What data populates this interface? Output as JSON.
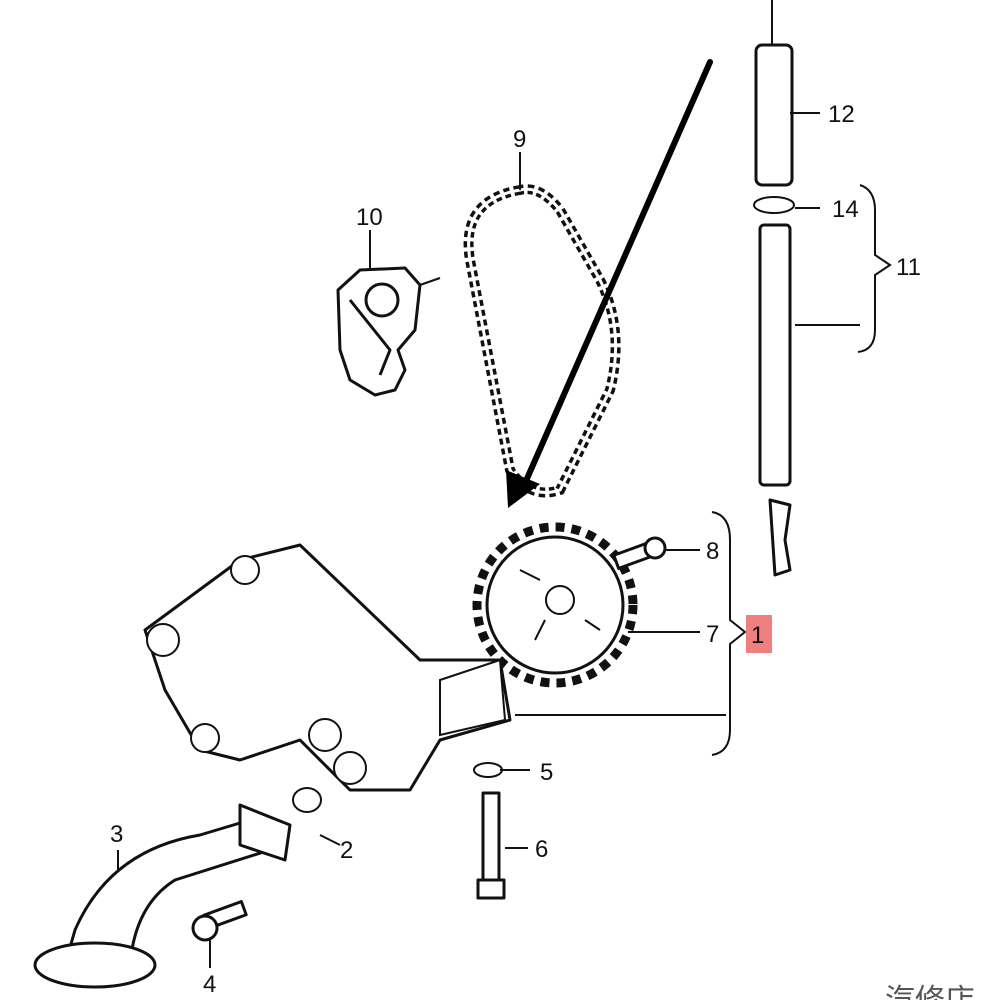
{
  "callouts": {
    "c1": "1",
    "c2": "2",
    "c3": "3",
    "c4": "4",
    "c5": "5",
    "c6": "6",
    "c7": "7",
    "c8": "8",
    "c9": "9",
    "c10": "10",
    "c11": "11",
    "c12": "12",
    "c14": "14"
  },
  "watermark": "汽修店",
  "highlight_color": "#f08080",
  "arrow_color": "#000000"
}
